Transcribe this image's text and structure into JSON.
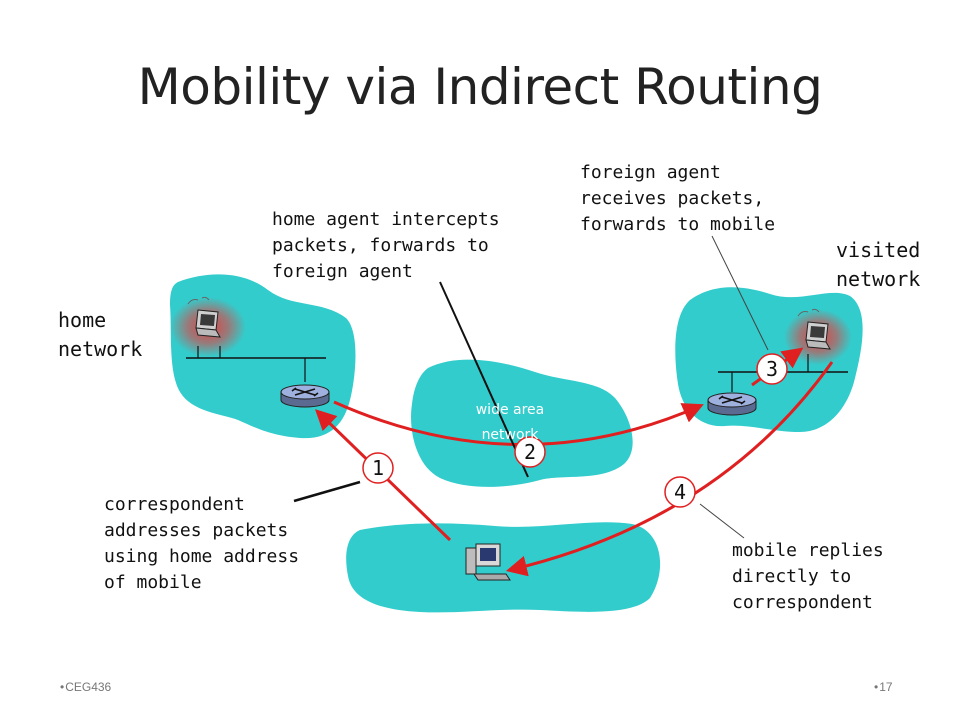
{
  "title": "Mobility via Indirect Routing",
  "labels": {
    "home_network": "home\nnetwork",
    "visited_network": "visited\nnetwork",
    "wide_area_network": "wide area\nnetwork",
    "home_agent_note": "home agent intercepts\npackets, forwards to\nforeign agent",
    "foreign_agent_note": "foreign agent\nreceives packets,\nforwards to mobile",
    "correspondent_note": "correspondent\naddresses packets\nusing home address\nof mobile",
    "mobile_reply_note": "mobile replies\ndirectly to\ncorrespondent"
  },
  "steps": [
    "1",
    "2",
    "3",
    "4"
  ],
  "colors": {
    "cloud": "#33CCCC",
    "arrow": "#E02020",
    "glow": "#E83A3A"
  },
  "footer": {
    "left": "CEG436",
    "right": "17"
  }
}
